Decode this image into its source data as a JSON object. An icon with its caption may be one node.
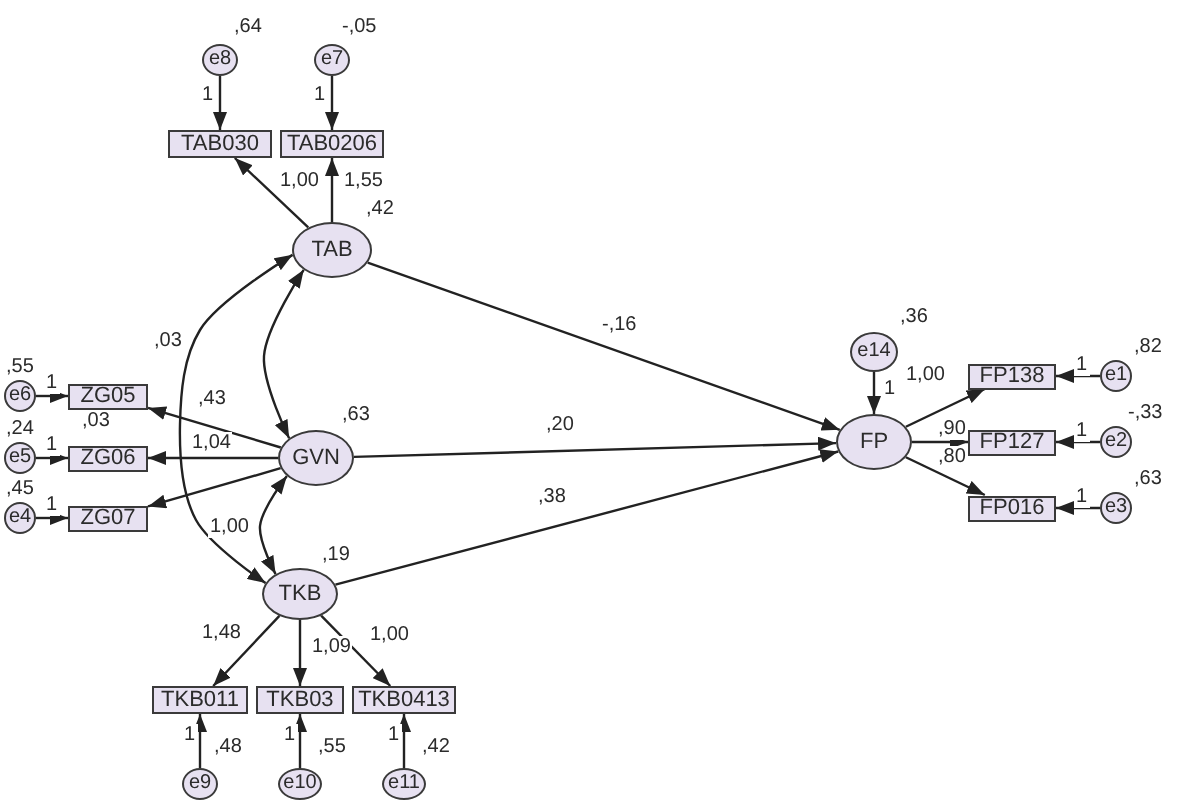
{
  "diagram": {
    "nodes": [
      {
        "text": [
          "e8"
        ],
        "beside": [
          ",64"
        ]
      },
      {
        "text": [
          "e7"
        ],
        "beside": [
          "-,05"
        ]
      },
      {
        "text": [
          "TAB030"
        ]
      },
      {
        "text": [
          "TAB0206"
        ]
      },
      {
        "text": [
          "TAB"
        ],
        "beside": [
          ",42"
        ]
      },
      {
        "text": [
          "e14"
        ],
        "beside": [
          ",36"
        ]
      },
      {
        "text": [
          "e6"
        ],
        "beside": [
          ",55"
        ]
      },
      {
        "text": [
          "ZG05"
        ]
      },
      {
        "text": [
          "GVN"
        ],
        "beside": [
          ",63"
        ]
      },
      {
        "text": [
          "FP"
        ]
      },
      {
        "text": [
          "FP138"
        ]
      },
      {
        "text": [
          "e1"
        ],
        "beside": [
          ",82"
        ]
      },
      {
        "text": [
          "e5"
        ],
        "beside": [
          ",24"
        ]
      },
      {
        "text": [
          "ZG06"
        ]
      },
      {
        "text": [
          "FP127"
        ]
      },
      {
        "text": [
          "e2"
        ],
        "beside": [
          "-,33"
        ]
      },
      {
        "text": [
          "e4"
        ],
        "beside": [
          ",45"
        ]
      },
      {
        "text": [
          "ZG07"
        ]
      },
      {
        "text": [
          "FP016"
        ]
      },
      {
        "text": [
          "e3"
        ],
        "beside": [
          ",63"
        ]
      },
      {
        "text": [
          "TKB"
        ],
        "beside": [
          ",19"
        ]
      },
      {
        "text": [
          "TKB011"
        ]
      },
      {
        "text": [
          "TKB03"
        ]
      },
      {
        "text": [
          "TKB0413"
        ]
      },
      {
        "text": [
          "e9"
        ],
        "beside": [
          ",48"
        ]
      },
      {
        "text": [
          "e10"
        ],
        "beside": [
          ",55"
        ]
      },
      {
        "text": [
          "e11"
        ],
        "beside": [
          ",42"
        ]
      }
    ],
    "edges": [
      {
        "from": 0,
        "to": 2,
        "arrow": "to",
        "label": "1"
      },
      {
        "from": 1,
        "to": 3,
        "arrow": "to",
        "label": "1"
      },
      {
        "from": 4,
        "to": 2,
        "arrow": "to",
        "label": "1,00"
      },
      {
        "from": 4,
        "to": 3,
        "arrow": "to",
        "label": "1,55"
      },
      {
        "from": 4,
        "to": 9,
        "arrow": "to",
        "label": "-,16"
      },
      {
        "from": 5,
        "to": 9,
        "arrow": "to",
        "label": "1"
      },
      {
        "from": 6,
        "to": 7,
        "arrow": "to",
        "label": "1"
      },
      {
        "from": 8,
        "to": 7,
        "arrow": "to",
        "label": ",43"
      },
      {
        "from": 4,
        "to": 8,
        "arrow": "both"
      },
      {
        "from": 4,
        "to": 20,
        "arrow": "both",
        "label": ",03"
      },
      {
        "from": 8,
        "to": 9,
        "arrow": "to",
        "label": ",20"
      },
      {
        "from": 9,
        "to": 10,
        "arrow": "to",
        "label": "1,00"
      },
      {
        "from": 11,
        "to": 10,
        "arrow": "to",
        "label": "1"
      },
      {
        "from": 12,
        "to": 13,
        "arrow": "to",
        "label": "1"
      },
      {
        "from": 8,
        "to": 13,
        "arrow": "to",
        "label": "1,04"
      },
      {
        "from": 9,
        "to": 14,
        "arrow": "to",
        "label": ",90"
      },
      {
        "from": 15,
        "to": 14,
        "arrow": "to",
        "label": "1"
      },
      {
        "from": 16,
        "to": 17,
        "arrow": "to",
        "label": "1"
      },
      {
        "from": 8,
        "to": 17,
        "arrow": "to",
        "label": "1,00"
      },
      {
        "from": 8,
        "to": 20,
        "arrow": "both"
      },
      {
        "from": 9,
        "to": 18,
        "arrow": "to",
        "label": ",80"
      },
      {
        "from": 19,
        "to": 18,
        "arrow": "to",
        "label": "1"
      },
      {
        "from": 20,
        "to": 9,
        "arrow": "to",
        "label": ",38"
      },
      {
        "from": 20,
        "to": 21,
        "arrow": "to",
        "label": "1,48"
      },
      {
        "from": 20,
        "to": 22,
        "arrow": "to",
        "label": "1,09"
      },
      {
        "from": 20,
        "to": 23,
        "arrow": "to",
        "label": "1,00"
      },
      {
        "from": 24,
        "to": 21,
        "arrow": "to",
        "label": "1"
      },
      {
        "from": 25,
        "to": 22,
        "arrow": "to",
        "label": "1"
      },
      {
        "from": 26,
        "to": 23,
        "arrow": "to",
        "label": "1"
      }
    ],
    "labels": [
      ",03"
    ]
  }
}
